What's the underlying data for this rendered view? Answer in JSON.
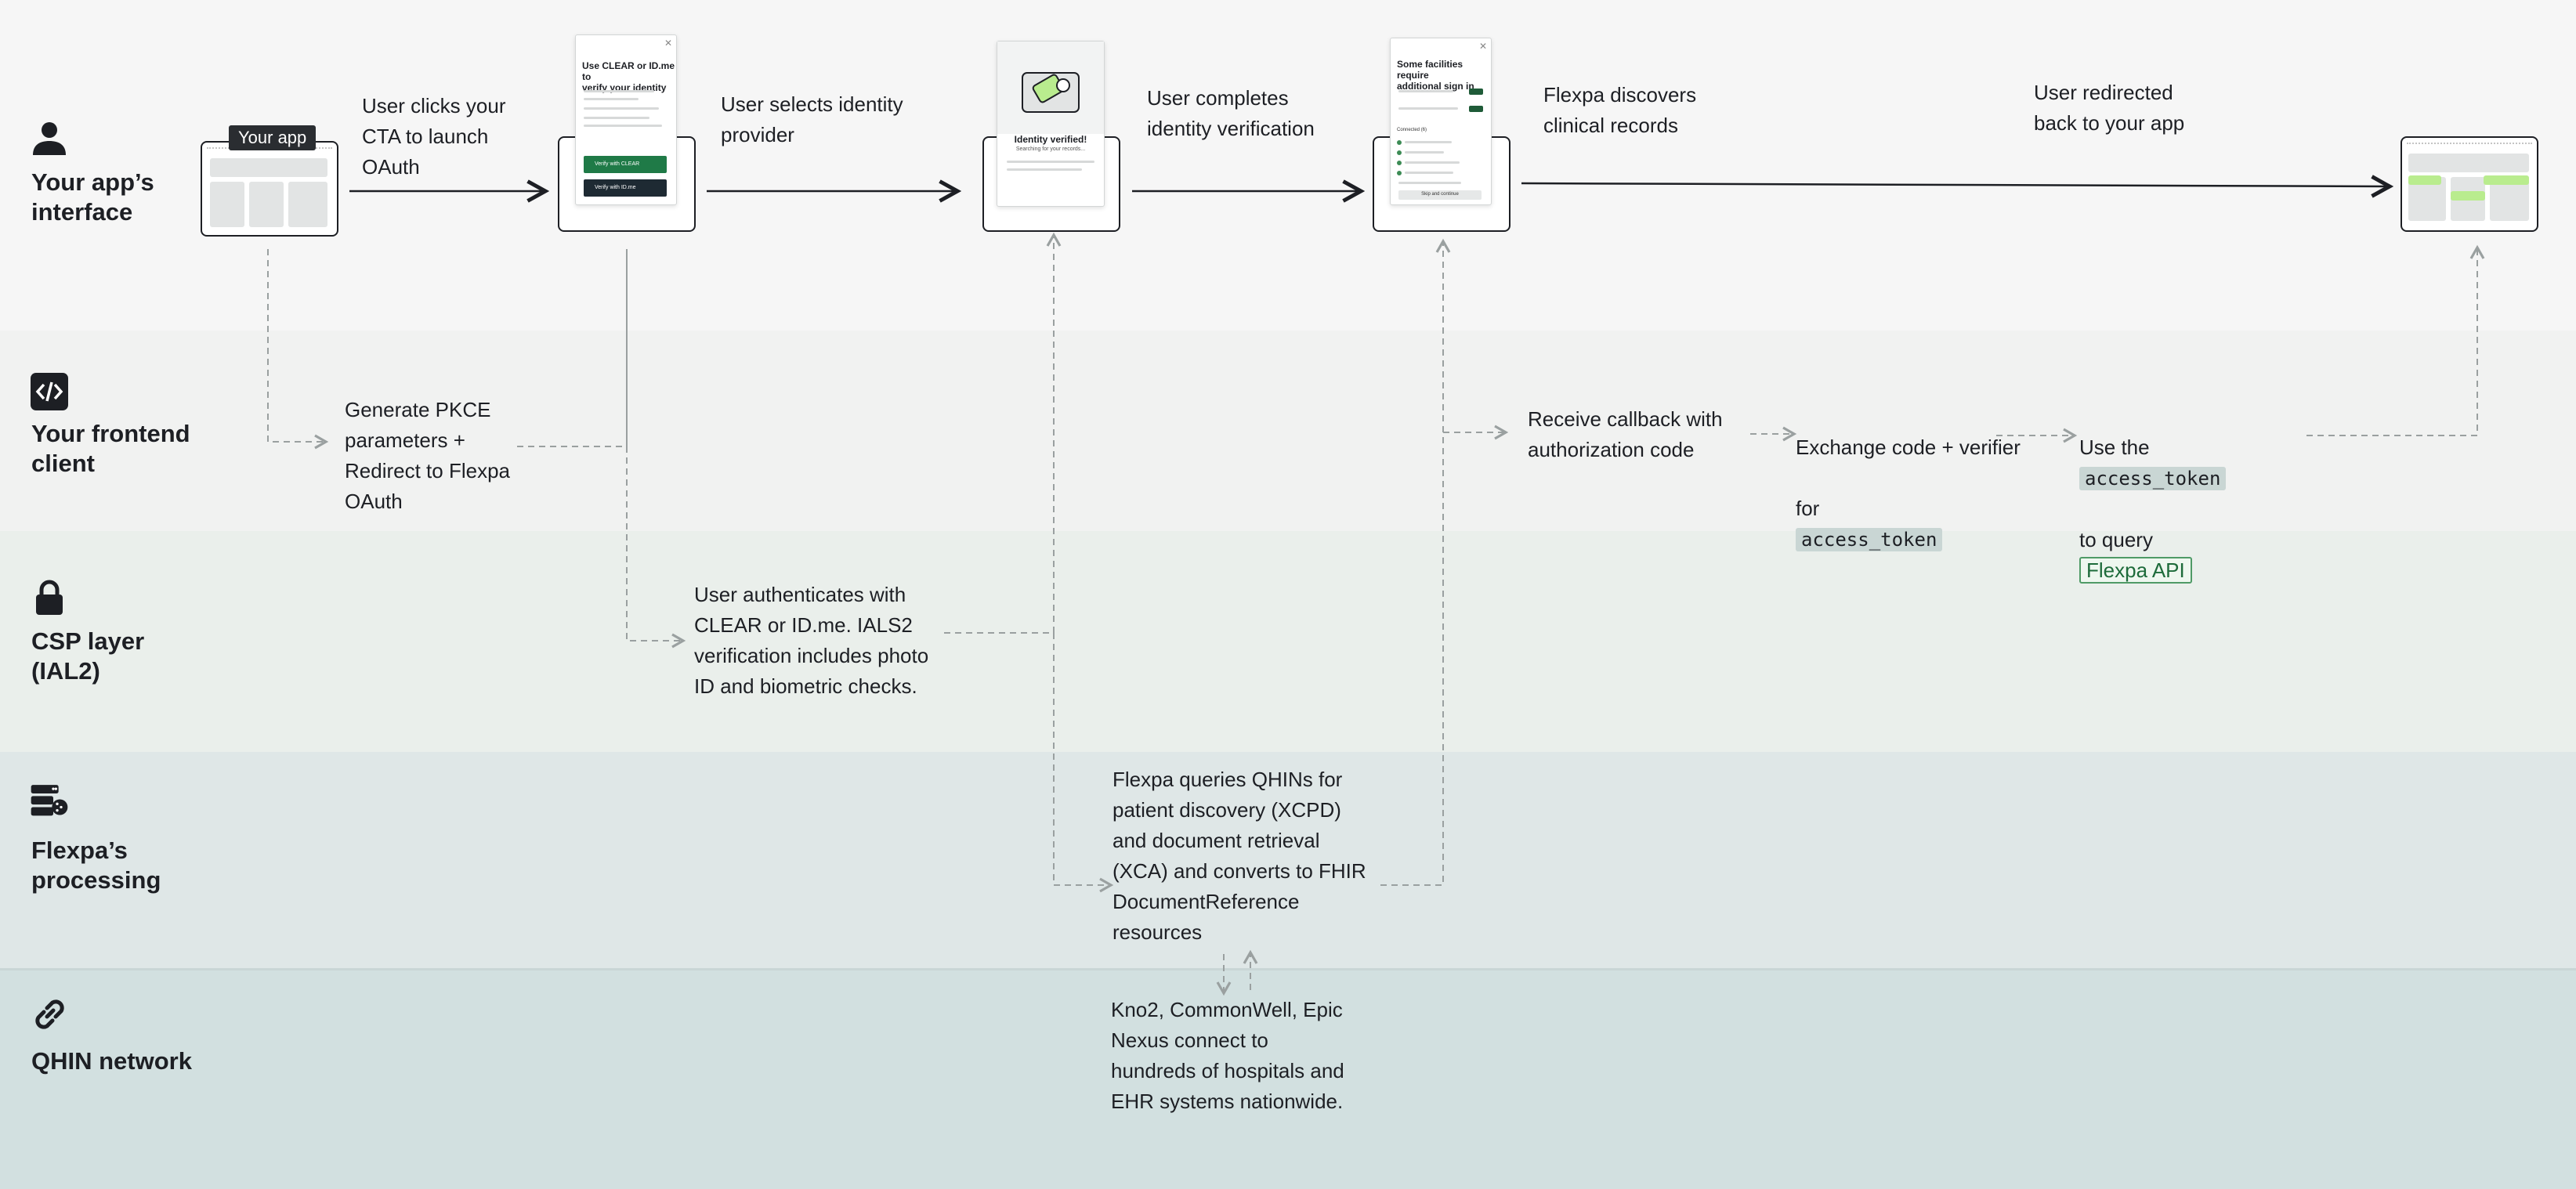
{
  "lanes": [
    {
      "id": "app",
      "title": "Your app’s\ninterface",
      "icon": "user-icon"
    },
    {
      "id": "frontend",
      "title": "Your frontend\nclient",
      "icon": "code-icon"
    },
    {
      "id": "csp",
      "title": "CSP layer\n(IAL2)",
      "icon": "lock-icon"
    },
    {
      "id": "flexpa",
      "title": "Flexpa’s\nprocessing",
      "icon": "server-icon"
    },
    {
      "id": "qhin",
      "title": "QHIN network",
      "icon": "link-icon"
    }
  ],
  "app_tag": "Your app",
  "steps": {
    "cta": "User clicks your\nCTA to launch\nOAuth",
    "select": "User selects identity\nprovider",
    "verify": "User completes\nidentity verification",
    "discover": "Flexpa discovers\nclinical records",
    "redirect": "User redirected\nback to your app",
    "pkce": "Generate PKCE\nparameters +\nRedirect to Flexpa\nOAuth",
    "callback": "Receive callback with\nauthorization code",
    "exchange_a": "Exchange code + verifier",
    "exchange_b": "for",
    "use_a": "Use the",
    "use_b": "to query",
    "csp_auth": "User authenticates with\nCLEAR or ID.me. IALS2\nverification includes photo\nID and biometric checks.",
    "flexpa_query": "Flexpa queries QHINs for\npatient discovery (XCPD)\nand document retrieval\n(XCA) and converts to FHIR\nDocumentReference\nresources",
    "qhin_net": "Kno2, CommonWell, Epic\nNexus connect to\nhundreds of hospitals and\nEHR systems nationwide."
  },
  "tokens": {
    "access_token": "access_token",
    "api": "Flexpa API"
  },
  "popups": {
    "idp": {
      "title": "Use CLEAR or ID.me to\nverify your identity",
      "btn1": "Verify with CLEAR",
      "btn2": "Verify with ID.me"
    },
    "verified": {
      "title": "Identity verified!",
      "sub": "Searching for your records..."
    },
    "facilities": {
      "title": "Some facilities require\nadditional sign in",
      "connected": "Connected (6)",
      "skip": "Skip and continue"
    }
  },
  "colors": {
    "accent_green": "#b9ec8e",
    "dark": "#1d1f24",
    "btn_green": "#1f7a47",
    "btn_dark": "#1e2a33"
  }
}
